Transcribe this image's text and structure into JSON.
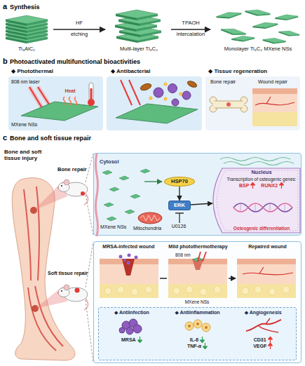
{
  "diagram": {
    "nodes": [
      {
        "text": [
          "Cytosol"
        ]
      },
      {
        "text": [
          "HSP70"
        ],
        "in": 0
      },
      {
        "text": [
          "ERK"
        ],
        "in": 0
      },
      {
        "text": [
          "Nucleus",
          "Transcription of osteogenic genes:",
          "BSP",
          "RUNX2",
          "Osteogenic differentiation"
        ],
        "in": 0
      },
      {
        "text": [
          "MRSA-infected wound",
          "Mild photothermotherapy",
          "Repaired wound"
        ]
      },
      {
        "text": [
          "◆ Antiinfection",
          "MRSA",
          "◆ Antiinflammation",
          "IL-6",
          "TNF-α",
          "◆ Angiogenesis",
          "CD31",
          "VEGF"
        ],
        "in": 4
      }
    ],
    "edges": [
      {
        "from": 1,
        "to": 2,
        "arrow": "to"
      },
      {
        "from": 2,
        "to": 3,
        "arrow": "to"
      }
    ],
    "labels": [
      "a",
      "Synthesis",
      "Ti₃AlC₂",
      "HF",
      "etching",
      "Multi-layer Ti₃C₂",
      "TPAOH",
      "intercalation",
      "Monolayer Ti₃C₂ MXene NSs",
      "b",
      "Photoactivated multifunctional bioactivities",
      "◆ Photothermal",
      "◆ Antibacterial",
      "◆ Tissue regeneration",
      "808 nm laser",
      "Heat",
      "MXene NSs",
      "Bone repair",
      "Wound repair",
      "c",
      "Bone and soft tissue repair",
      "Bone and soft tissue injury",
      "Bone repair",
      "Mitochondria",
      "MXene NSs",
      "U0126",
      "Soft tissue repair",
      "808 nm",
      "MXene NSs"
    ]
  }
}
